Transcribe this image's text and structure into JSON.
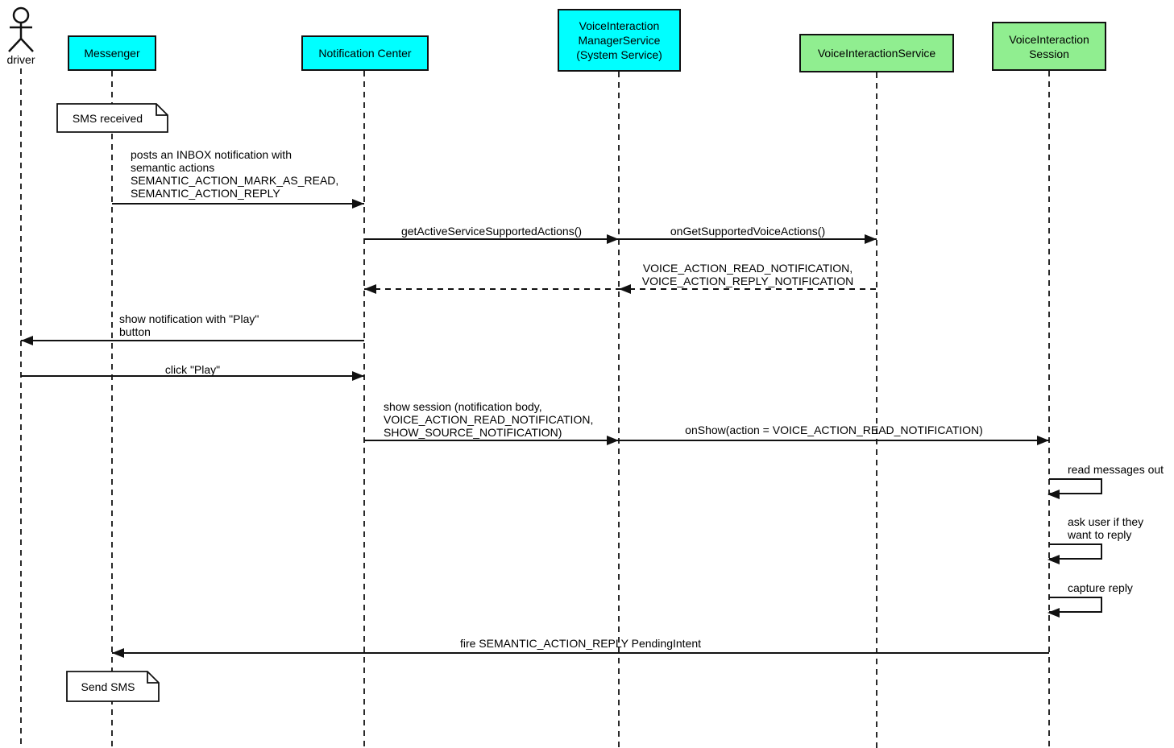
{
  "colors": {
    "participant_cyan": "#00ffff",
    "participant_green": "#90ee90",
    "line": "#111111",
    "background": "#ffffff"
  },
  "actor": {
    "label": "driver"
  },
  "participants": {
    "messenger": {
      "label": "Messenger"
    },
    "notification_center": {
      "label": "Notification Center"
    },
    "manager_service": {
      "label": "VoiceInteraction\nManagerService\n(System Service)"
    },
    "interaction_service": {
      "label": "VoiceInteractionService"
    },
    "interaction_session": {
      "label": "VoiceInteraction\nSession"
    }
  },
  "notes": {
    "sms_received": "SMS received",
    "send_sms": "Send SMS"
  },
  "messages": {
    "post_inbox": "posts an INBOX notification with\nsemantic actions\nSEMANTIC_ACTION_MARK_AS_READ,\nSEMANTIC_ACTION_REPLY",
    "get_supported_actions": "getActiveServiceSupportedActions()",
    "on_get_supported_voice_actions": "onGetSupportedVoiceActions()",
    "voice_actions_result": "VOICE_ACTION_READ_NOTIFICATION,\nVOICE_ACTION_REPLY_NOTIFICATION",
    "show_notification": "show notification with \"Play\"\nbutton",
    "click_play": "click \"Play\"",
    "show_session": "show session (notification body,\nVOICE_ACTION_READ_NOTIFICATION,\nSHOW_SOURCE_NOTIFICATION)",
    "on_show": "onShow(action = VOICE_ACTION_READ_NOTIFICATION)",
    "read_messages_out": "read messages out",
    "ask_user_reply": "ask user if they\nwant to reply",
    "capture_reply": "capture reply",
    "fire_pending_intent": "fire SEMANTIC_ACTION_REPLY PendingIntent"
  }
}
